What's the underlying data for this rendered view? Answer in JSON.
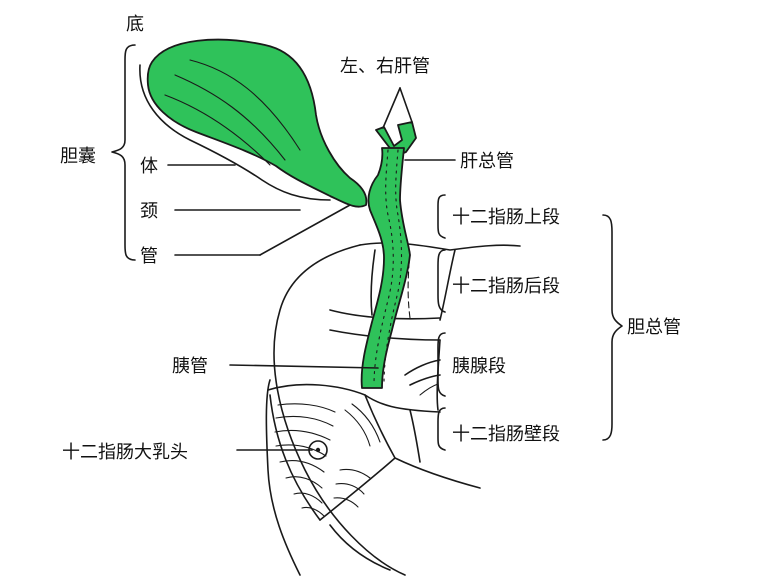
{
  "labels": {
    "fundus": "底",
    "gallbladder": "胆囊",
    "body": "体",
    "neck": "颈",
    "duct": "管",
    "hepatic_ducts": "左、右肝管",
    "common_hepatic_duct": "肝总管",
    "supraduodenal": "十二指肠上段",
    "retroduodenal": "十二指肠后段",
    "common_bile_duct": "胆总管",
    "pancreatic_duct": "胰管",
    "pancreatic_segment": "胰腺段",
    "intramural": "十二指肠壁段",
    "major_papilla": "十二指肠大乳头"
  },
  "colors": {
    "organ_fill": "#2fc25a",
    "ink": "#1a1a1a"
  }
}
